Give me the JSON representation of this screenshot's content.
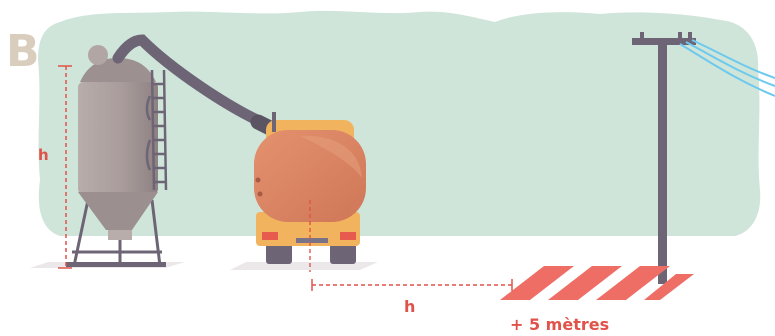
{
  "panel_letter": "B",
  "labels": {
    "silo_height": "h",
    "distance_h": "h",
    "extra_distance": "+ 5 mètres"
  },
  "colors": {
    "background_foliage": "#cfe5d9",
    "silo": "#a39696",
    "tank": "#d98363",
    "truck_body": "#f2b35e",
    "pole": "#6d6575",
    "wires": "#6ec9ee",
    "measure_lines": "#e0524a",
    "hatch_zone": "#ee6e66",
    "panel_letter": "#d9cdbd"
  }
}
